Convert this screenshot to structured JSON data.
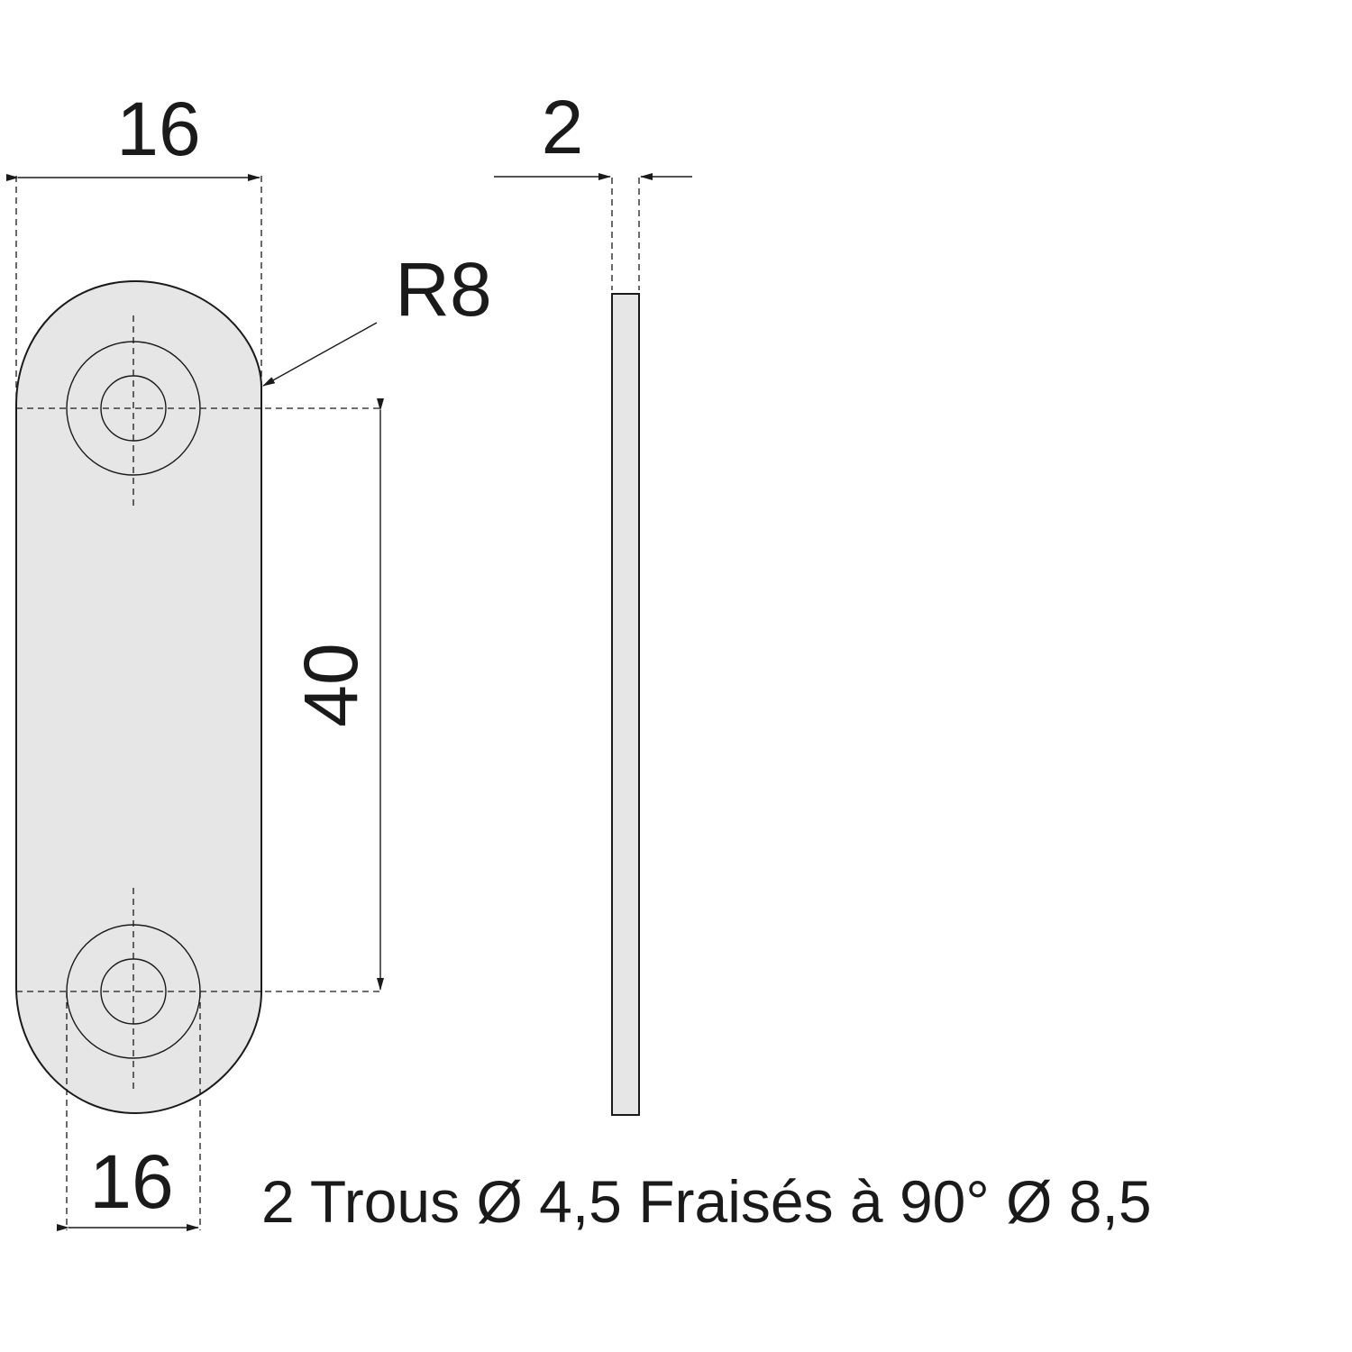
{
  "drawing": {
    "fill_color": "#e6e6e6",
    "line_color": "#1a1a1a",
    "dimensions": {
      "width_top": "16",
      "thickness": "2",
      "radius": "R8",
      "hole_spacing": "40",
      "width_bottom": "16"
    },
    "note": "2 Trous Ø 4,5 Fraisés à 90° Ø 8,5"
  }
}
